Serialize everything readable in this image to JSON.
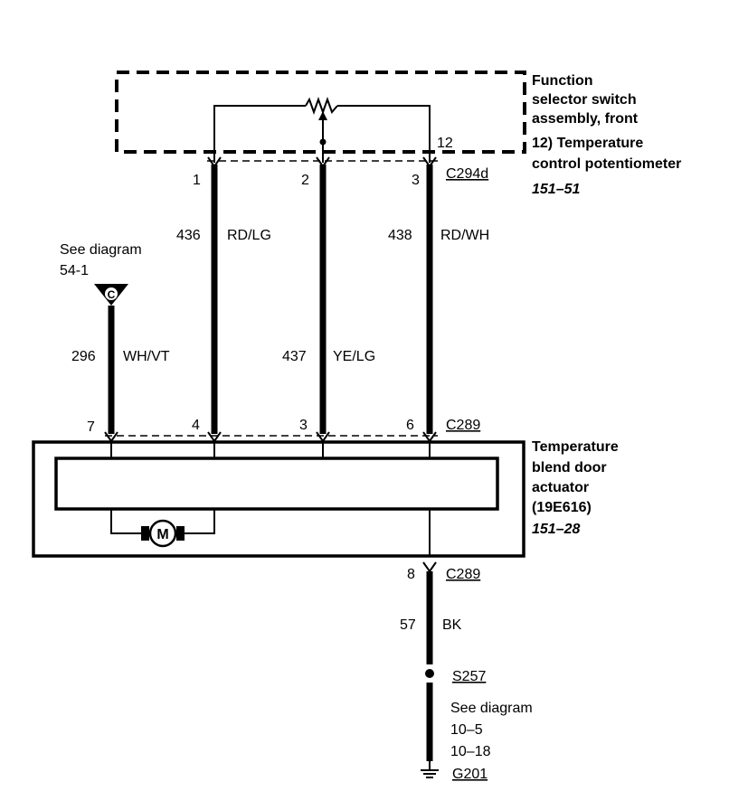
{
  "switch": {
    "title_lines": [
      "Function",
      "selector switch",
      "assembly, front"
    ],
    "item": "12)  Temperature",
    "item2": "control potentiometer",
    "ref": "151–51",
    "pin": "12"
  },
  "connector_top": {
    "name": "C294d",
    "pins": [
      "1",
      "2",
      "3"
    ]
  },
  "wires": [
    {
      "circuit": "436",
      "color": "RD/LG"
    },
    {
      "circuit": "438",
      "color": "RD/WH"
    },
    {
      "circuit": "296",
      "color": "WH/VT"
    },
    {
      "circuit": "437",
      "color": "YE/LG"
    },
    {
      "circuit": "57",
      "color": "BK"
    }
  ],
  "see_diagram_left": {
    "text": "See diagram",
    "ref": "54-1",
    "symbol": "C"
  },
  "connector_mid": {
    "name": "C289",
    "pins": [
      "7",
      "4",
      "3",
      "6"
    ]
  },
  "actuator": {
    "title_lines": [
      "Temperature",
      "blend door",
      "actuator",
      "(19E616)"
    ],
    "ref": "151–28",
    "motor_symbol": "M"
  },
  "connector_bottom": {
    "name": "C289",
    "pin": "8"
  },
  "splice": {
    "name": "S257"
  },
  "see_diagram_bottom": {
    "text": "See diagram",
    "refs": [
      "10–5",
      "10–18"
    ]
  },
  "ground": {
    "name": "G201"
  }
}
